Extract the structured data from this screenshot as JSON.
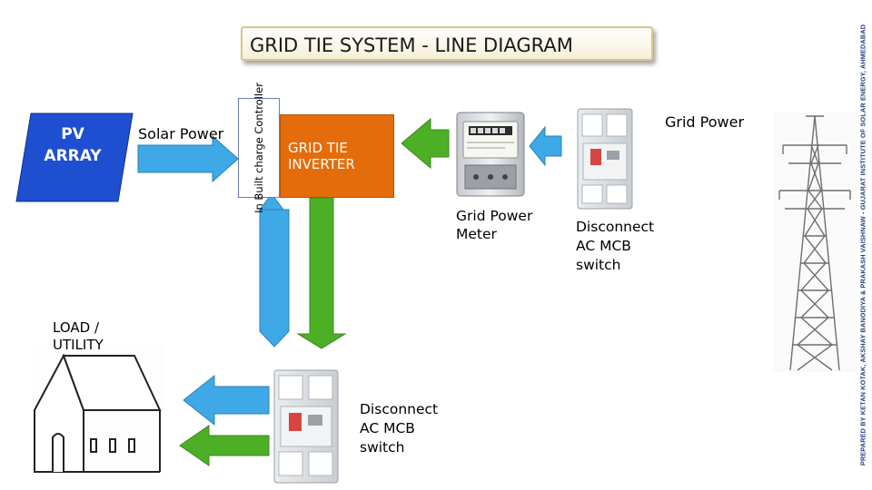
{
  "title": "GRID TIE SYSTEM -  LINE DIAGRAM",
  "side_note": "PREPARED BY KETAN KOTAK, AKSHAY BANODIYA & PRAKASH VAISHNAW - GUJARAT INSTITUTE OF SOLAR ENERGY, AHMEDABAD",
  "pv_array": {
    "line1": "PV",
    "line2": "ARRAY"
  },
  "solar_power_label": "Solar Power",
  "controller_label": "In Built charge\nController",
  "inverter_label": "GRID TIE\nINVERTER",
  "meter_label": "Grid Power\nMeter",
  "grid_power_label": "Grid Power",
  "mcb_top_label": "Disconnect\nAC MCB\nswitch",
  "mcb_bottom_label": "Disconnect\nAC MCB\nswitch",
  "load_label": "LOAD /\nUTILITY",
  "colors": {
    "pv_blue": "#1f4fd1",
    "arrow_blue": "#3fa9e8",
    "arrow_green": "#4caf26",
    "inverter_orange": "#e46c0a",
    "side_text": "#1f3c80"
  }
}
